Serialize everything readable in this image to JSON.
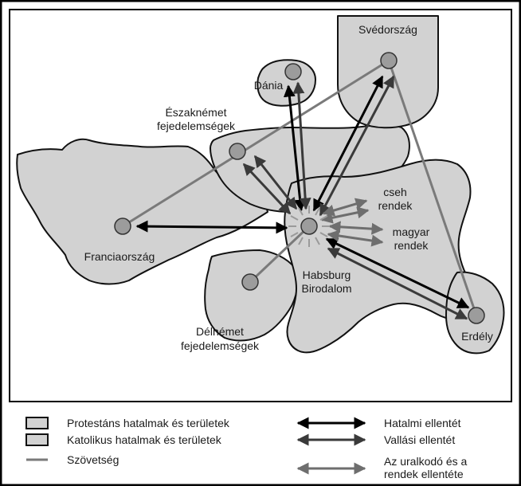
{
  "map": {
    "labels": {
      "svedorszag": "Svédország",
      "dania": "Dánia",
      "eszaknemet_1": "Északnémet",
      "eszaknemet_2": "fejedelemségek",
      "cseh_1": "cseh",
      "cseh_2": "rendek",
      "magyar_1": "magyar",
      "magyar_2": "rendek",
      "franciaorszag": "Franciaország",
      "habsburg_1": "Habsburg",
      "habsburg_2": "Birodalom",
      "delnemet_1": "Délnémet",
      "delnemet_2": "fejedelemségek",
      "erdely": "Erdély"
    }
  },
  "legend": {
    "protestant": "Protestáns hatalmak és területek",
    "catholic": "Katolikus hatalmak és területek",
    "alliance": "Szövetség",
    "power_conflict": "Hatalmi ellentét",
    "religious_conflict": "Vallási ellentét",
    "estates_conflict_1": "Az uralkodó és a",
    "estates_conflict_2": "rendek ellentéte"
  },
  "colors": {
    "region_fill": "#d2d2d2",
    "region_stroke": "#111111",
    "node_fill": "#9c9c9c",
    "alliance_line": "#7a7a7a",
    "power_arrow": "#000000",
    "religious_arrow": "#444444",
    "estates_arrow": "#6e6e6e"
  }
}
